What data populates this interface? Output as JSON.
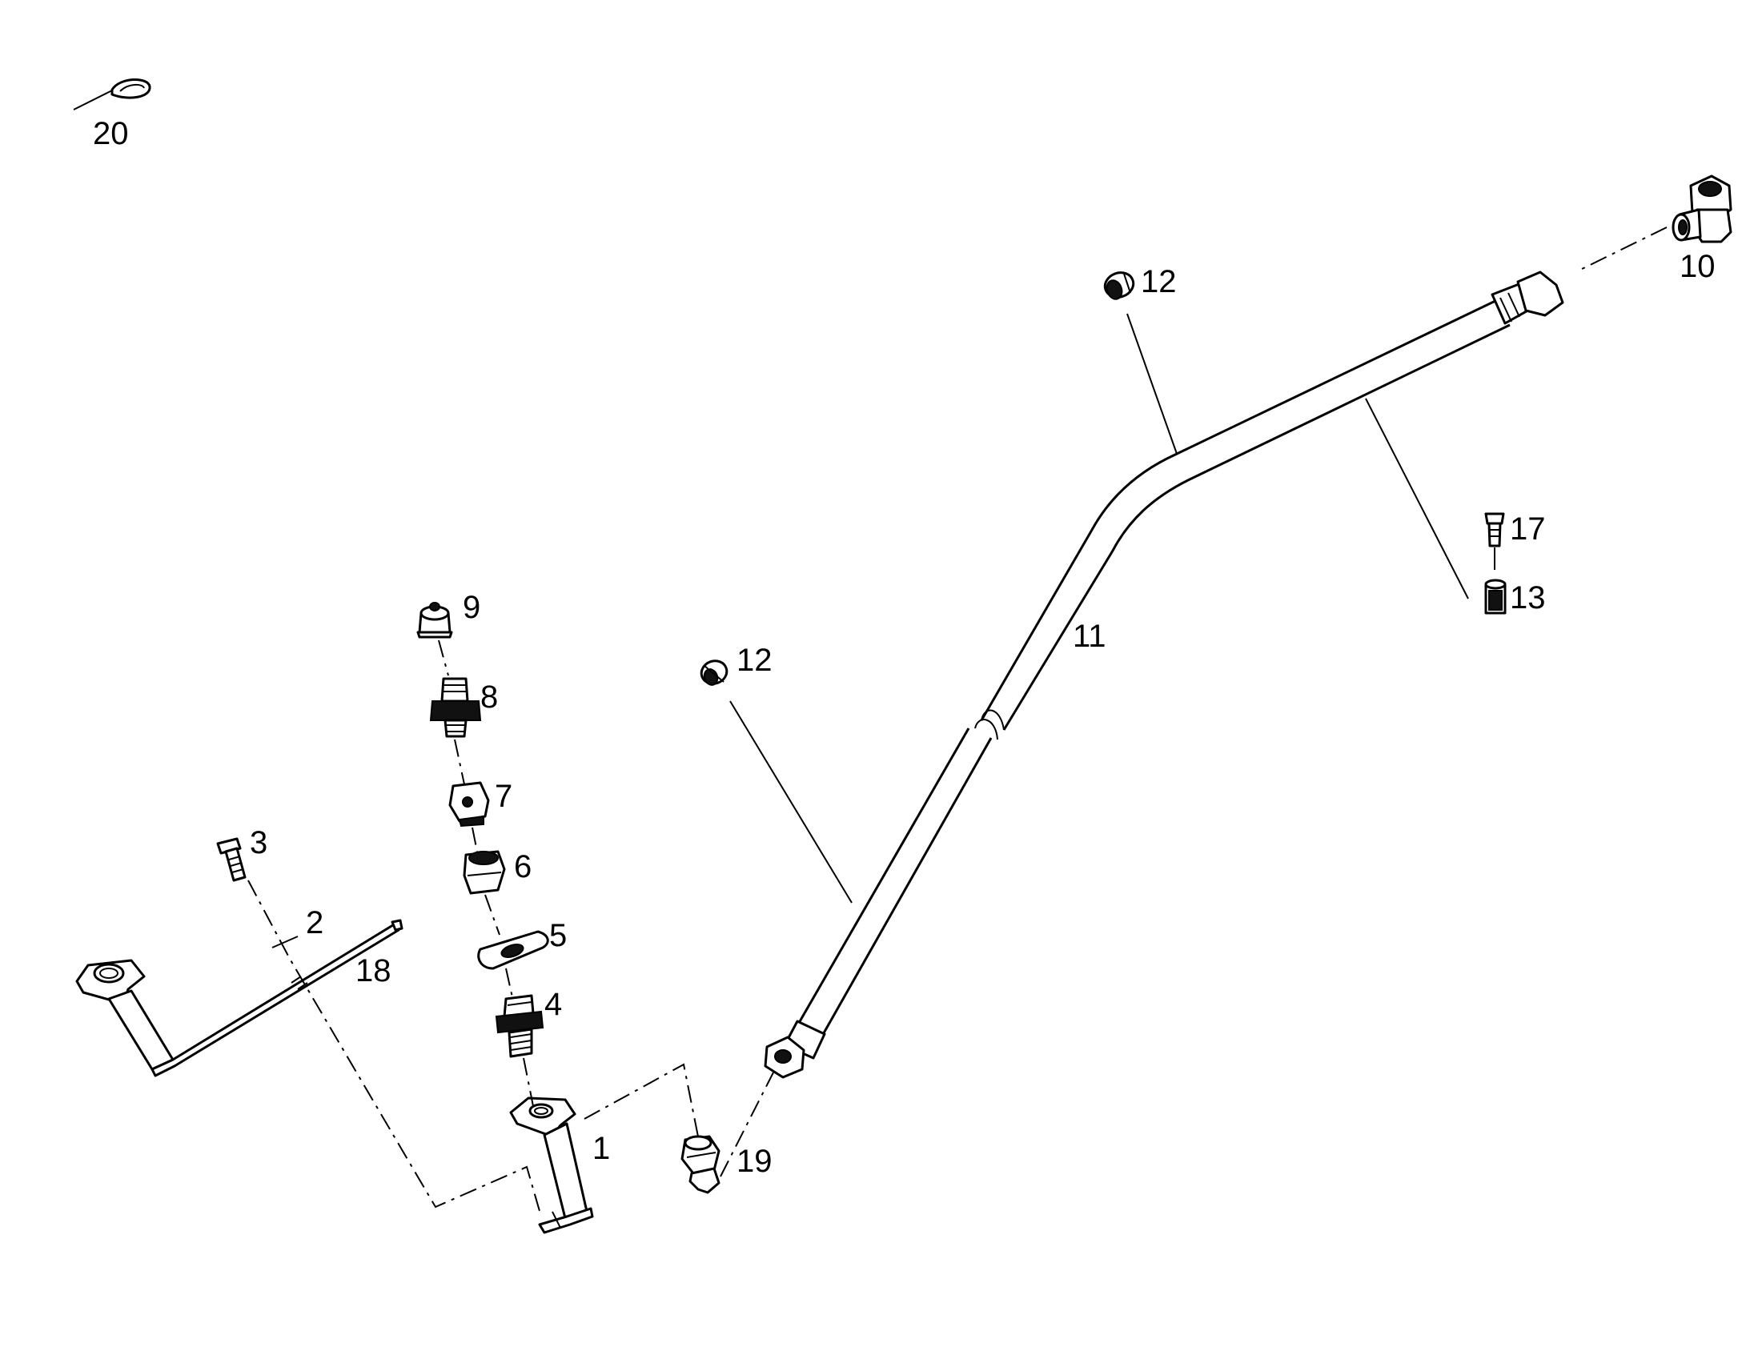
{
  "callouts": [
    {
      "id": "c20",
      "text": "20"
    },
    {
      "id": "c12a",
      "text": "12"
    },
    {
      "id": "c10",
      "text": "10"
    },
    {
      "id": "c17",
      "text": "17"
    },
    {
      "id": "c13",
      "text": "13"
    },
    {
      "id": "c11",
      "text": "11"
    },
    {
      "id": "c12b",
      "text": "12"
    },
    {
      "id": "c9",
      "text": "9"
    },
    {
      "id": "c8",
      "text": "8"
    },
    {
      "id": "c7",
      "text": "7"
    },
    {
      "id": "c6",
      "text": "6"
    },
    {
      "id": "c5",
      "text": "5"
    },
    {
      "id": "c4",
      "text": "4"
    },
    {
      "id": "c3",
      "text": "3"
    },
    {
      "id": "c2",
      "text": "2"
    },
    {
      "id": "c18",
      "text": "18"
    },
    {
      "id": "c1",
      "text": "1"
    },
    {
      "id": "c19",
      "text": "19"
    }
  ]
}
